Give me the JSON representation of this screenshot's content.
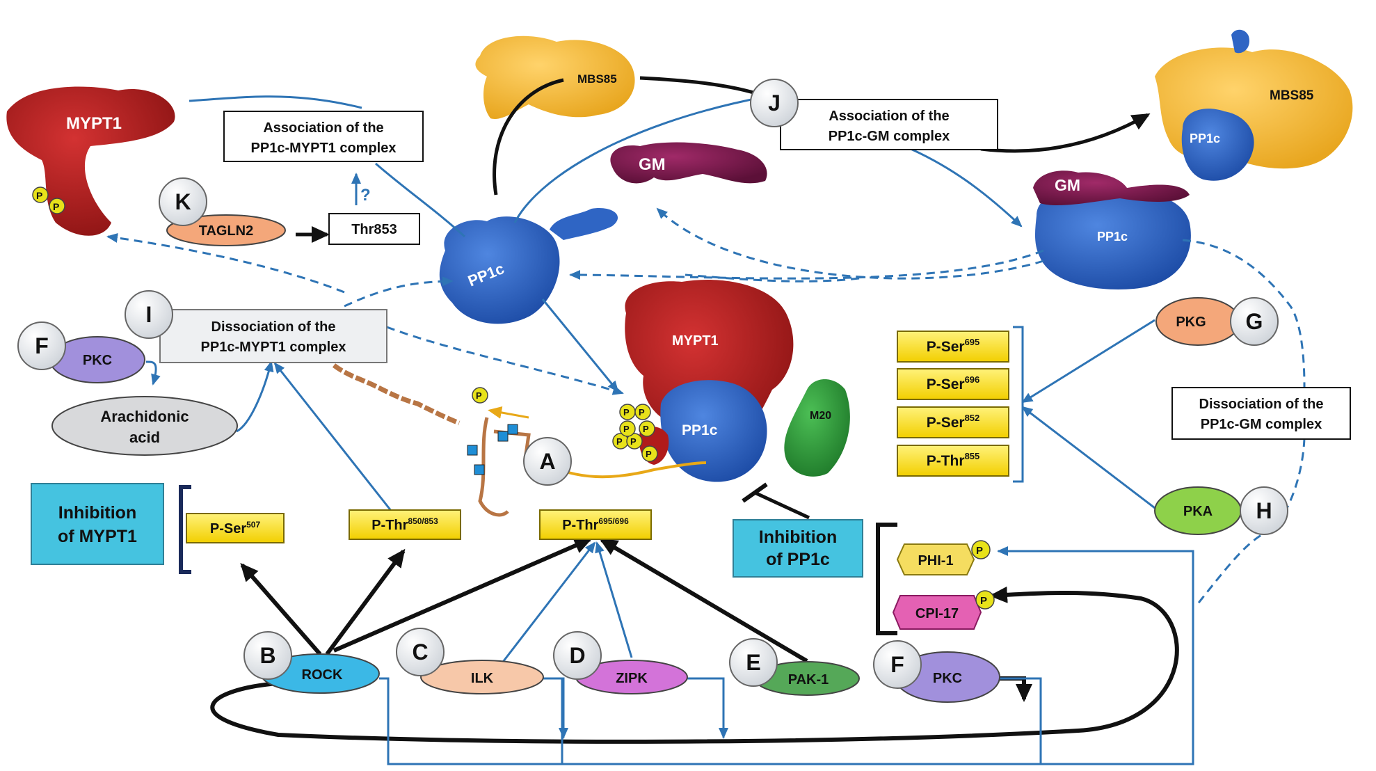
{
  "proteins": {
    "mypt1_left": "MYPT1",
    "mbs85_top": "MBS85",
    "gm_top": "GM",
    "pp1c_center": "PP1c",
    "mbs85_right": "MBS85",
    "pp1c_right_top": "PP1c",
    "gm_right": "GM",
    "pp1c_right": "PP1c",
    "mypt1_center": "MYPT1",
    "pp1c_complex": "PP1c",
    "m20": "M20"
  },
  "phospho_symbol": "P",
  "boxes": {
    "assoc_mypt1": [
      "Association of the",
      "PP1c-MYPT1 complex"
    ],
    "assoc_gm": [
      "Association of the",
      "PP1c-GM complex"
    ],
    "dissoc_mypt1": [
      "Dissociation of the",
      "PP1c-MYPT1 complex"
    ],
    "dissoc_gm": [
      "Dissociation of the",
      "PP1c-GM complex"
    ],
    "thr853": "Thr853",
    "question": "?",
    "inhibition_mypt1": [
      "Inhibition",
      "of MYPT1"
    ],
    "inhibition_pp1c": [
      "Inhibition",
      "of PP1c"
    ]
  },
  "sites_left": [
    {
      "base": "P-Ser",
      "sup": "507"
    },
    {
      "base": "P-Thr",
      "sup": "850/853"
    },
    {
      "base": "P-Thr",
      "sup": "695/696"
    }
  ],
  "sites_right": [
    {
      "base": "P-Ser",
      "sup": "695"
    },
    {
      "base": "P-Ser",
      "sup": "696"
    },
    {
      "base": "P-Ser",
      "sup": "852"
    },
    {
      "base": "P-Thr",
      "sup": "855"
    }
  ],
  "inhibitors": [
    "PHI-1",
    "CPI-17"
  ],
  "kinases": {
    "tagln2": "TAGLN2",
    "pkc_left": "PKC",
    "arachidonic": [
      "Arachidonic",
      "acid"
    ],
    "pkg": "PKG",
    "pka": "PKA",
    "rock": "ROCK",
    "ilk": "ILK",
    "zipk": "ZIPK",
    "pak1": "PAK-1",
    "pkc_bottom": "PKC"
  },
  "letters": {
    "A": "A",
    "B": "B",
    "C": "C",
    "D": "D",
    "E": "E",
    "F1": "F",
    "F2": "F",
    "G": "G",
    "H": "H",
    "I": "I",
    "J": "J",
    "K": "K"
  },
  "colors": {
    "arrow_blue": "#2e74b5",
    "arrow_black": "#111111",
    "mypt1_red": "#b01b1b",
    "pp1c_blue": "#2a5cb8",
    "mbs85_yellow": "#f2b93a",
    "gm_purple": "#7a1a4c",
    "m20_green": "#2f9a3a",
    "site_yellow": "#f7e01c",
    "inhibition_cyan": "#45c3e0"
  }
}
